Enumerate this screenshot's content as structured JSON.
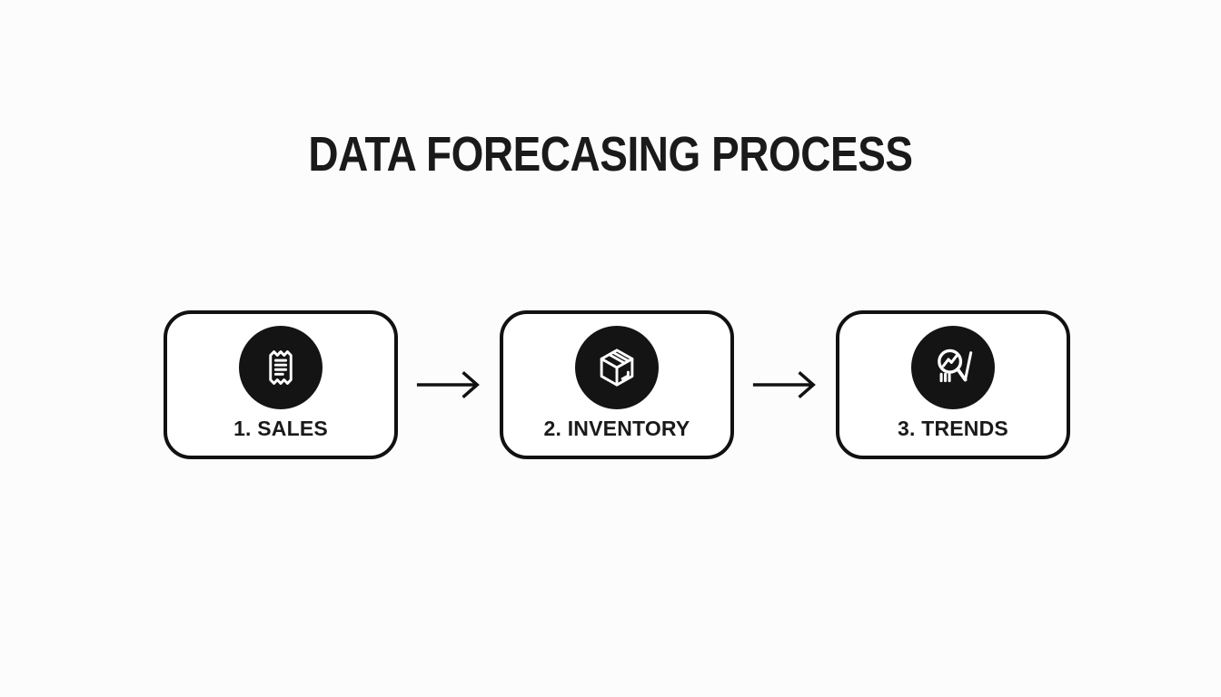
{
  "title": "DATA FORECASING PROCESS",
  "steps": [
    {
      "label": "1. SALES",
      "icon": "receipt-icon"
    },
    {
      "label": "2. INVENTORY",
      "icon": "package-icon"
    },
    {
      "label": "3. TRENDS",
      "icon": "magnifier-trend-icon"
    }
  ],
  "connector": {
    "icon": "right-arrow-icon"
  },
  "colors": {
    "background": "#fcfcfc",
    "box_fill": "#ffffff",
    "box_border": "#111111",
    "icon_circle": "#141414",
    "icon_stroke": "#ffffff",
    "text": "#1a1a1a",
    "arrow": "#111111"
  }
}
